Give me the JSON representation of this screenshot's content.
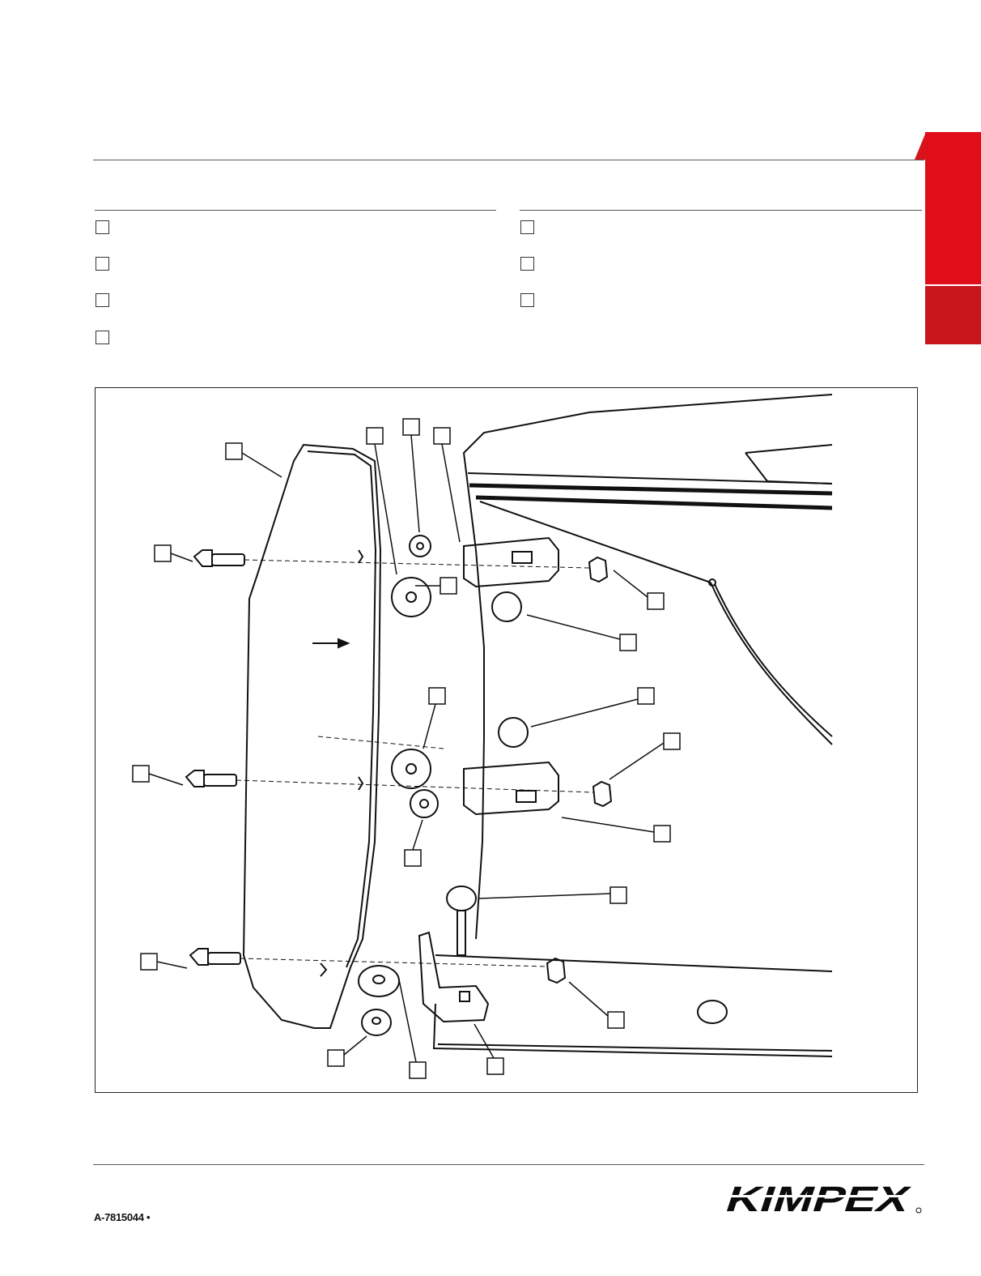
{
  "document": {
    "doc_code": "A-7815044 •",
    "brand_logo_text": "KIMPEX",
    "accent_color": "#d7141c"
  },
  "checklist": {
    "left_items": 4,
    "right_items": 3
  },
  "figure": {
    "callout_count": 20
  }
}
